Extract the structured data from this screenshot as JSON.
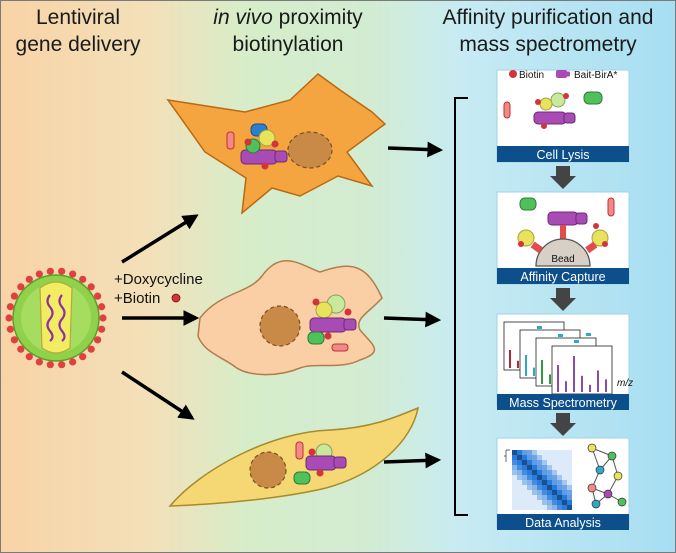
{
  "headers": {
    "col1_line1": "Lentiviral",
    "col1_line2": "gene delivery",
    "col2_line1_italic": "in vivo",
    "col2_line1_rest": " proximity",
    "col2_line2": "biotinylation",
    "col3_line1": "Affinity purification and",
    "col3_line2": "mass spectrometry"
  },
  "treatment": {
    "doxycycline": "+Doxycycline",
    "biotin": "+Biotin"
  },
  "legend": {
    "biotin": "Biotin",
    "bait": "Bait-BirA*"
  },
  "bead_label": "Bead",
  "axis_label": "m/z",
  "steps": [
    "Cell Lysis",
    "Affinity Capture",
    "Mass Spectrometry",
    "Data Analysis"
  ],
  "colors": {
    "bg_left": "#f8d5a8",
    "bg_mid": "#d6ecc8",
    "bg_right": "#a9e0f2",
    "step_bar": "#0d4f8b",
    "bait": "#a84bb5",
    "biotin": "#d3333a",
    "prey_green": "#4fc05a",
    "prey_yellow": "#e7e35d",
    "prey_pink": "#f08a88",
    "cell1": "#f4a540",
    "cell2": "#fbcfa5",
    "cell3": "#f5d774",
    "virus": "#8fd14a"
  }
}
